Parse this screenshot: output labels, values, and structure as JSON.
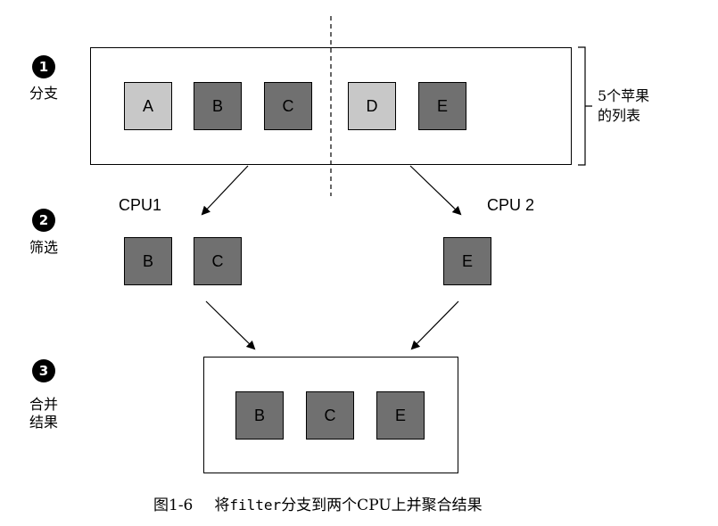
{
  "steps": [
    {
      "number": "1",
      "label": "分支"
    },
    {
      "number": "2",
      "label": "筛选"
    },
    {
      "number": "3",
      "label_line1": "合并",
      "label_line2": "结果"
    }
  ],
  "fork_boxes": [
    {
      "letter": "A",
      "shade": "light"
    },
    {
      "letter": "B",
      "shade": "dark"
    },
    {
      "letter": "C",
      "shade": "dark"
    },
    {
      "letter": "D",
      "shade": "light"
    },
    {
      "letter": "E",
      "shade": "dark"
    }
  ],
  "brace_label": {
    "line1": "5个苹果",
    "line2": "的列表"
  },
  "cpu": {
    "left": "CPU1",
    "right": "CPU 2"
  },
  "filter_boxes": {
    "left": [
      {
        "letter": "B"
      },
      {
        "letter": "C"
      }
    ],
    "right": [
      {
        "letter": "E"
      }
    ]
  },
  "merge_boxes": [
    {
      "letter": "B"
    },
    {
      "letter": "C"
    },
    {
      "letter": "E"
    }
  ],
  "caption": {
    "figure": "图1-6",
    "prefix": "将",
    "code": "filter",
    "suffix": "分支到两个CPU上并聚合结果"
  },
  "colors": {
    "light_box": "#c8c8c8",
    "dark_box": "#707070"
  }
}
